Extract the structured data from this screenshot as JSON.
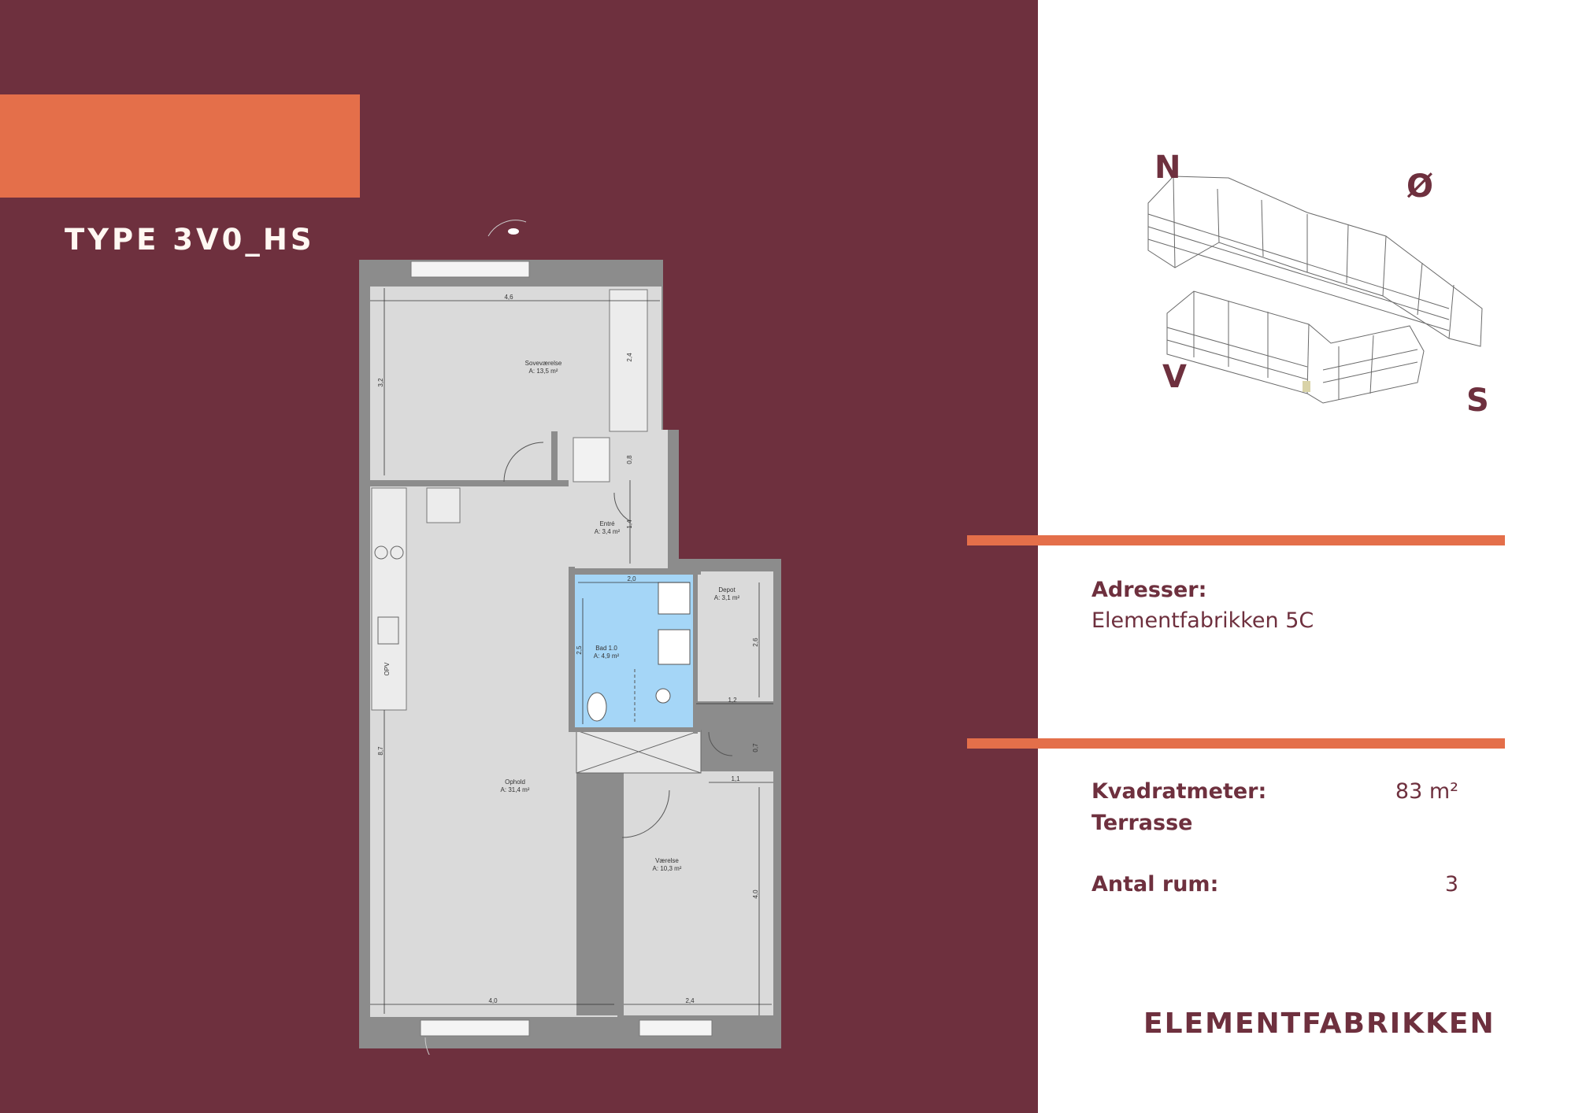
{
  "plan_type": "TYPE 3V0_HS",
  "brand": "ELEMENTFABRIKKEN",
  "compass": {
    "north": "N",
    "east": "Ø",
    "west": "V",
    "south": "S"
  },
  "address": {
    "label": "Adresser:",
    "value": "Elementfabrikken 5C"
  },
  "area": {
    "label": "Kvadratmeter:",
    "value": "83 m²",
    "sub_label": "Terrasse"
  },
  "rooms_count": {
    "label": "Antal rum:",
    "value": "3"
  },
  "rooms": {
    "bedroom": {
      "name": "Soveværelse",
      "area": "A: 13,5 m²"
    },
    "entry": {
      "name": "Entré",
      "area": "A: 3,4 m²"
    },
    "depot": {
      "name": "Depot",
      "area": "A: 3,1 m²"
    },
    "bath": {
      "name": "Bad 1.0",
      "area": "A: 4,9 m²"
    },
    "living": {
      "name": "Ophold",
      "area": "A: 31,4 m²"
    },
    "room": {
      "name": "Værelse",
      "area": "A: 10,3 m²"
    },
    "opv": "OPV"
  },
  "dimensions": {
    "bedroom_width": "4,6",
    "bedroom_depth": "3,2",
    "wardrobe": "2,4",
    "closet": "0,8",
    "entry": "1,4",
    "bath_width": "2,0",
    "bath_depth": "2,5",
    "depot_depth": "2,6",
    "depot_width": "1,2",
    "cupboard": "0,7",
    "corridor": "1,1",
    "room_depth": "4,0",
    "living_depth": "8,7",
    "living_width": "4,0",
    "room_width": "2,4"
  },
  "colors": {
    "left_panel": "#6e303e",
    "accent": "#e46f4a",
    "floor": "#dadada",
    "wall": "#8c8c8c",
    "bathroom": "#a5d6f7"
  }
}
